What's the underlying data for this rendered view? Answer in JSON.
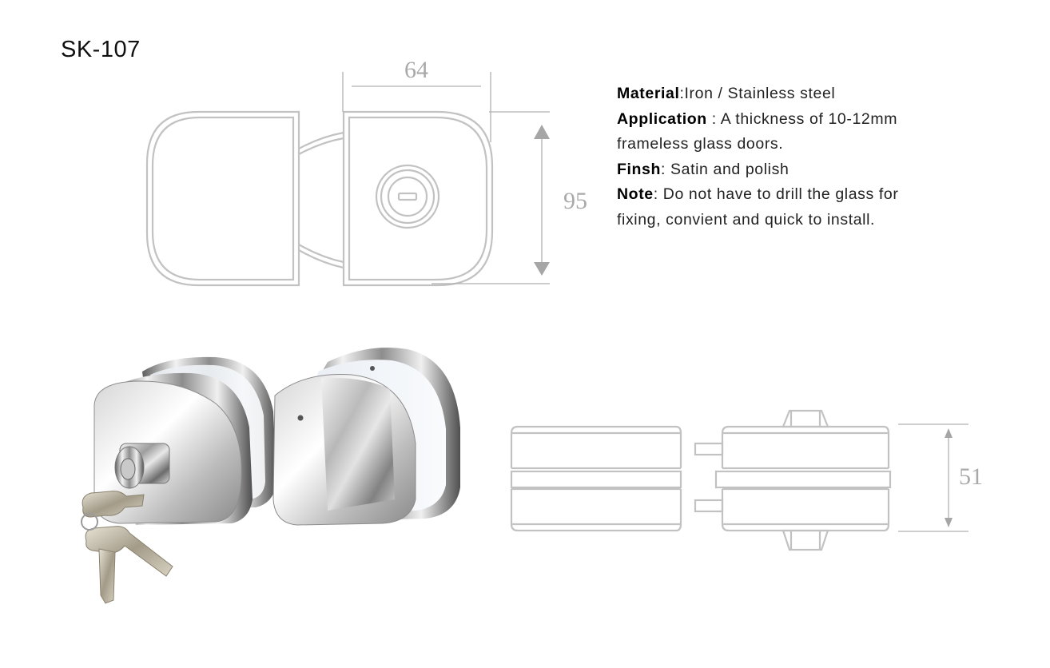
{
  "product": {
    "model": "SK-107"
  },
  "specs": [
    {
      "label": "Material",
      "sep": ":",
      "text": "Iron / Stainless steel"
    },
    {
      "label": "Application",
      "sep": " : ",
      "text": "A thickness of 10-12mm"
    },
    {
      "label": "",
      "sep": "",
      "text": "frameless glass doors."
    },
    {
      "label": "Finsh",
      "sep": ": ",
      "text": "Satin and polish"
    },
    {
      "label": "Note",
      "sep": ": ",
      "text": "Do not have to drill the glass for"
    },
    {
      "label": "",
      "sep": "",
      "text": "fixing, convient and quick to install."
    }
  ],
  "dimensions": {
    "width": "64",
    "height": "95",
    "thickness": "51"
  },
  "colors": {
    "line": "#c2c2c2",
    "dim_line": "#a6a6a6",
    "text": "#111111"
  }
}
